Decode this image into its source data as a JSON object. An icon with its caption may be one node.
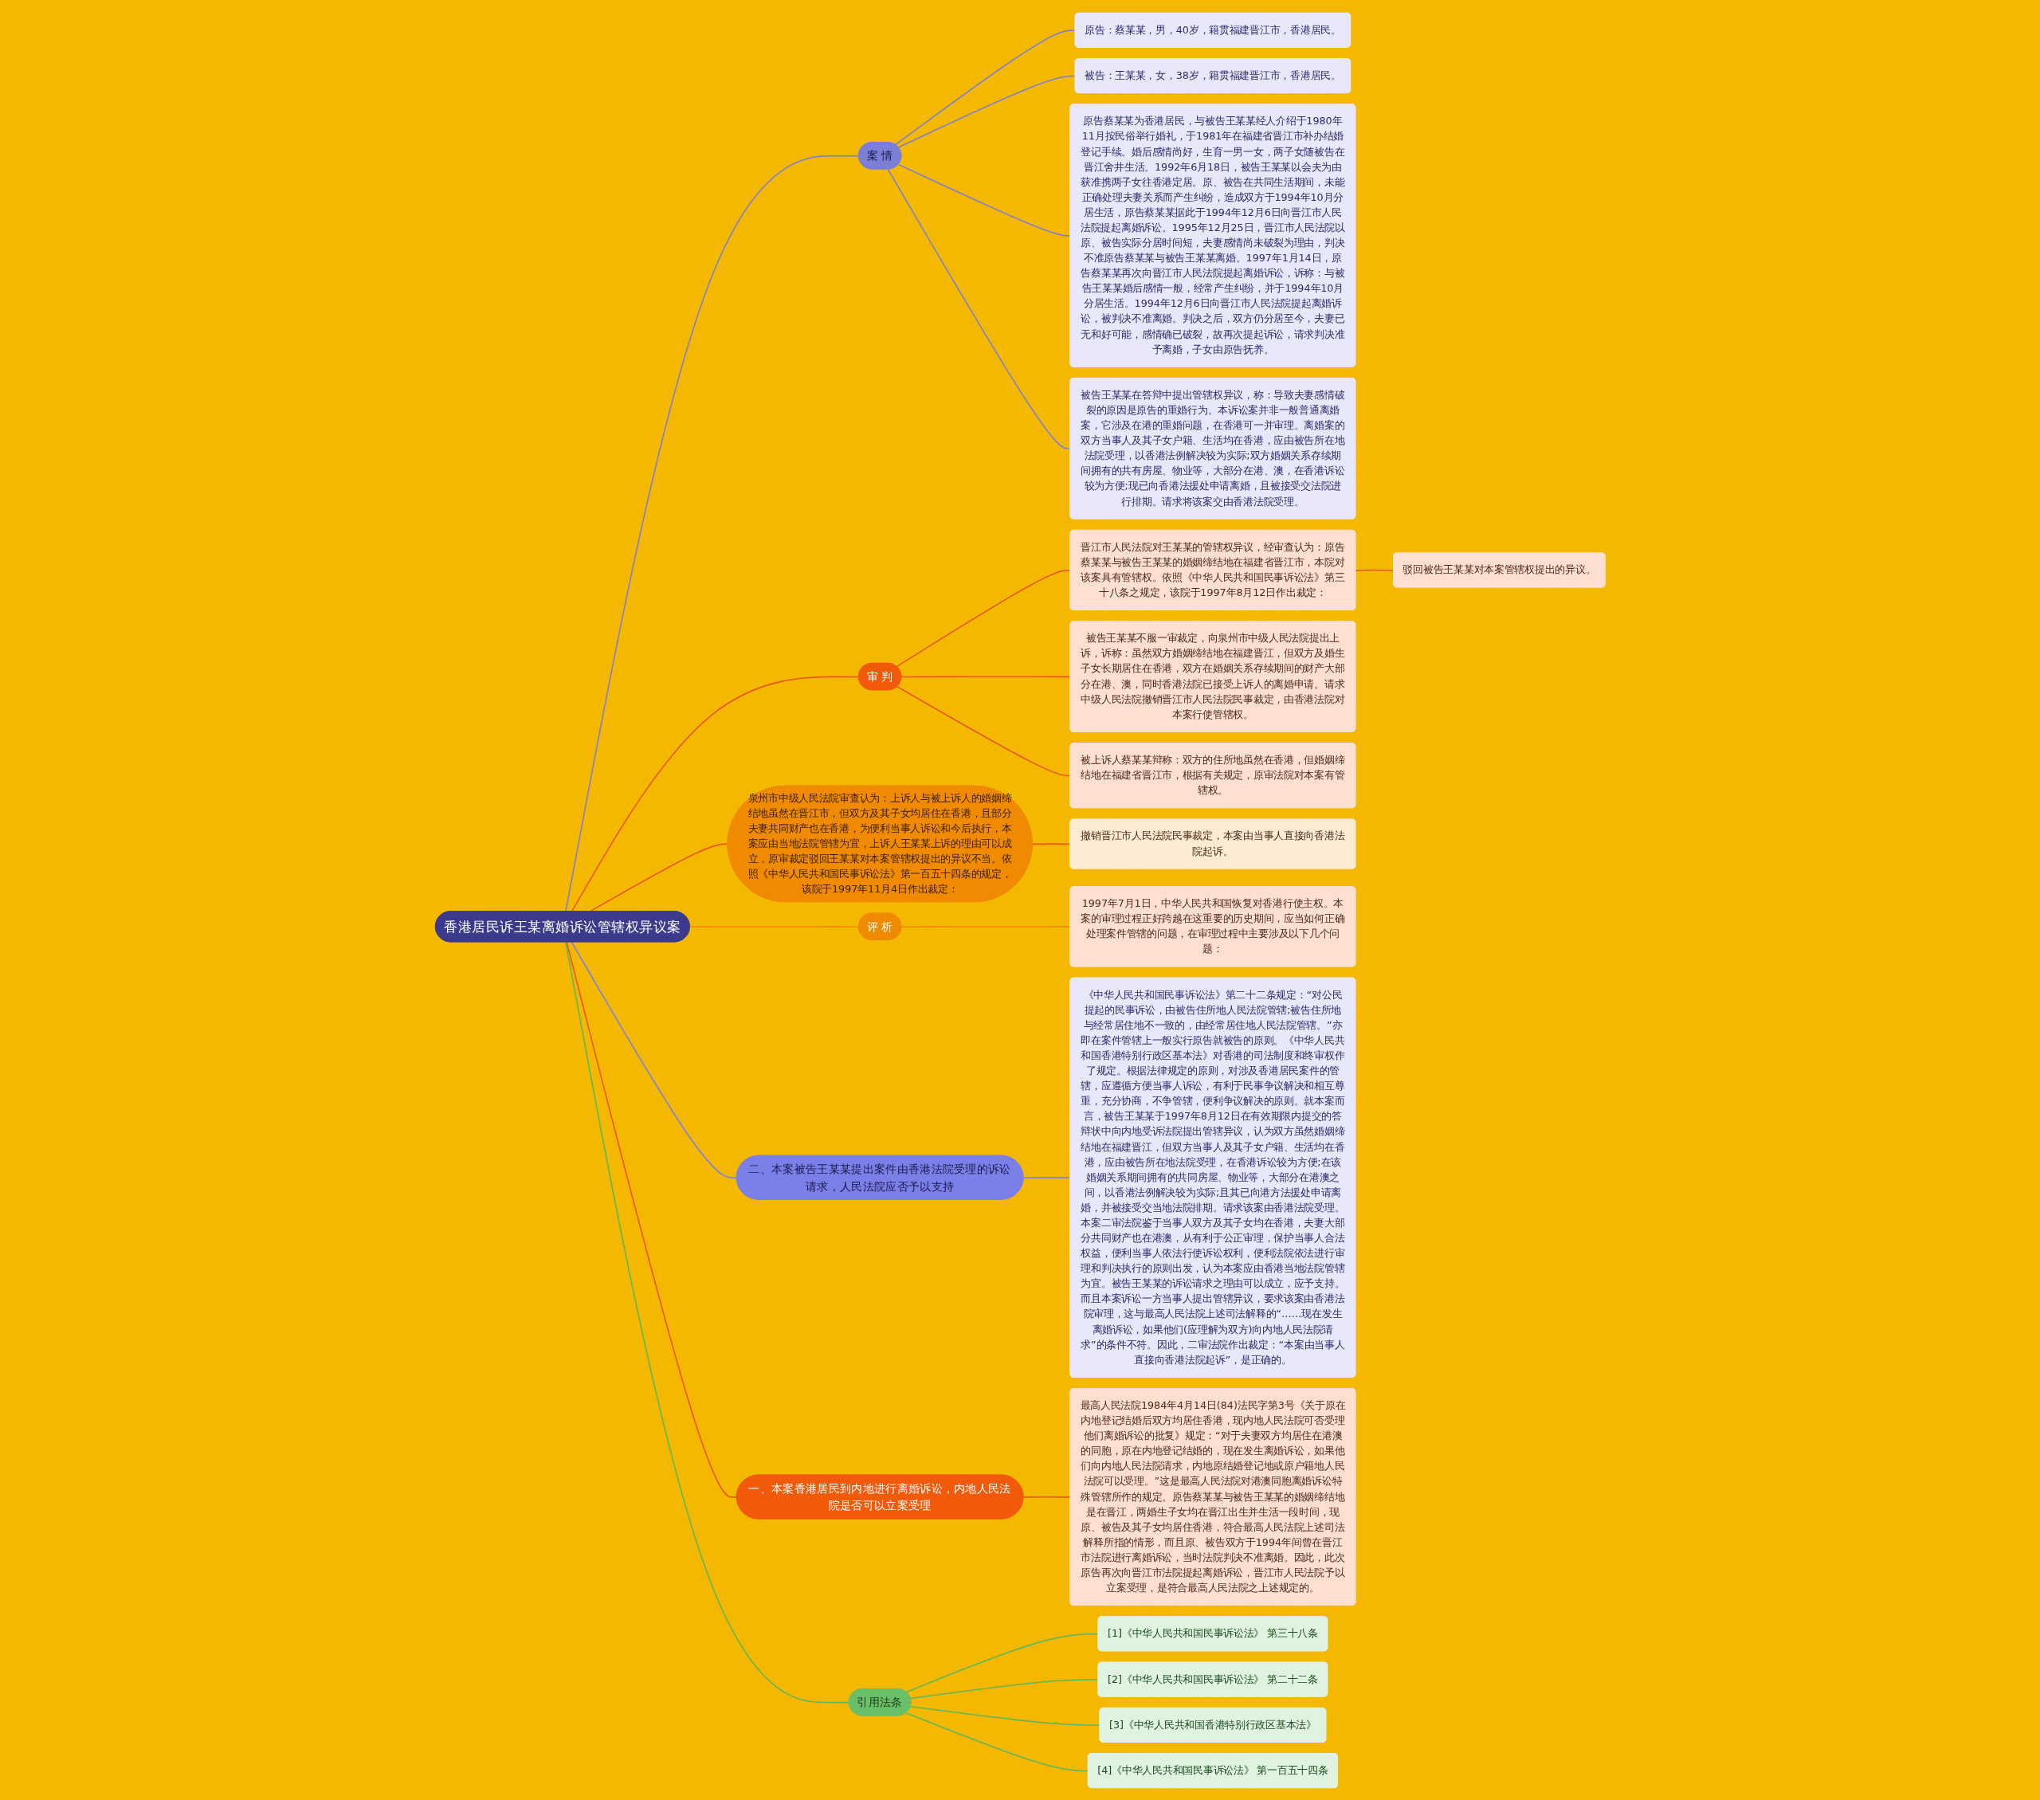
{
  "diagram": {
    "nodes": [
      {
        "text": [
          "香港居民诉王某离婚诉讼管辖权异议案"
        ]
      },
      {
        "text": [
          "案 情"
        ]
      },
      {
        "text": [
          "原告：蔡某某，男，40岁，籍贯福建晋江市，香港居民。"
        ]
      },
      {
        "text": [
          "被告：王某某，女，38岁，籍贯福建晋江市，香港居民。"
        ]
      },
      {
        "text": [
          "原告蔡某某为香港居民，与被告王某某经人介绍于1980年11月按民俗举行婚礼，于1981年在福建省晋江市补办结婚登记手续。婚后感情尚好，生育一男一女，两子女随被告在晋江舍井生活。1992年6月18日，被告王某某以会夫为由获准携两子女往香港定居。原、被告在共同生活期间，未能正确处理夫妻关系而产生纠纷，造成双方于1994年10月分居生活，原告蔡某某据此于1994年12月6日向晋江市人民法院提起离婚诉讼。1995年12月25日，晋江市人民法院以原、被告实际分居时间短，夫妻感情尚未破裂为理由，判决不准原告蔡某某与被告王某某离婚。1997年1月14日，原告蔡某某再次向晋江市人民法院提起离婚诉讼，诉称：与被告王某某婚后感情一般，经常产生纠纷，并于1994年10月分居生活。1994年12月6日向晋江市人民法院提起离婚诉讼，被判决不准离婚。判决之后，双方仍分居至今，夫妻已无和好可能，感情确已破裂，故再次提起诉讼，请求判决准予离婚，子女由原告抚养。"
        ]
      },
      {
        "text": [
          "被告王某某在答辩中提出管辖权异议，称：导致夫妻感情破裂的原因是原告的重婚行为。本诉讼案并非一般普通离婚案，它涉及在港的重婚问题，在香港可一并审理。离婚案的双方当事人及其子女户籍、生活均在香港，应由被告所在地法院受理，以香港法例解决较为实际;双方婚姻关系存续期间拥有的共有房屋、物业等，大部分在港、澳，在香港诉讼较为方便;现已向香港法援处申请离婚，且被接受交法院进行排期。请求将该案交由香港法院受理。"
        ]
      },
      {
        "text": [
          "审 判"
        ]
      },
      {
        "text": [
          "晋江市人民法院对王某某的管辖权异议，经审查认为：原告蔡某某与被告王某某的婚姻缔结地在福建省晋江市，本院对该案具有管辖权。依照《中华人民共和国民事诉讼法》第三十八条之规定，该院于1997年8月12日作出裁定："
        ]
      },
      {
        "text": [
          "驳回被告王某某对本案管辖权提出的异议。"
        ]
      },
      {
        "text": [
          "被告王某某不服一审裁定，向泉州市中级人民法院提出上诉，诉称：虽然双方婚姻缔结地在福建晋江，但双方及婚生子女长期居住在香港，双方在婚姻关系存续期间的财产大部分在港、澳，同时香港法院已接受上诉人的离婚申请。请求中级人民法院撤销晋江市人民法院民事裁定，由香港法院对本案行使管辖权。"
        ]
      },
      {
        "text": [
          "被上诉人蔡某某辩称：双方的住所地虽然在香港，但婚姻缔结地在福建省晋江市，根据有关规定，原审法院对本案有管辖权。"
        ]
      },
      {
        "text": [
          "泉州市中级人民法院审查认为：上诉人与被上诉人的婚姻缔结地虽然在晋江市，但双方及其子女均居住在香港，且部分夫妻共同财产也在香港，为便利当事人诉讼和今后执行，本案应由当地法院管辖为宜，上诉人王某某上诉的理由可以成立，原审裁定驳回王某某对本案管辖权提出的异议不当。依照《中华人民共和国民事诉讼法》第一百五十四条的规定，该院于1997年11月4日作出裁定："
        ]
      },
      {
        "text": [
          "撤销晋江市人民法院民事裁定，本案由当事人直接向香港法院起诉。"
        ]
      },
      {
        "text": [
          "评 析"
        ]
      },
      {
        "text": [
          "1997年7月1日，中华人民共和国恢复对香港行使主权。本案的审理过程正好跨越在这重要的历史期间，应当如何正确处理案件管辖的问题，在审理过程中主要涉及以下几个问题："
        ]
      },
      {
        "text": [
          "二、本案被告王某某提出案件由香港法院受理的诉讼请求，人民法院应否予以支持"
        ]
      },
      {
        "text": [
          "《中华人民共和国民事诉讼法》第二十二条规定：“对公民提起的民事诉讼，由被告住所地人民法院管辖;被告住所地与经常居住地不一致的，由经常居住地人民法院管辖。”亦即在案件管辖上一般实行原告就被告的原则。《中华人民共和国香港特别行政区基本法》对香港的司法制度和终审权作了规定。根据法律规定的原则，对涉及香港居民案件的管辖，应遵循方便当事人诉讼，有利于民事争议解决和相互尊重，充分协商，不争管辖，便利争议解决的原则。就本案而言，被告王某某于1997年8月12日在有效期限内提交的答辩状中向内地受诉法院提出管辖异议，认为双方虽然婚姻缔结地在福建晋江，但双方当事人及其子女户籍、生活均在香港，应由被告所在地法院受理，在香港诉讼较为方便;在该婚姻关系期间拥有的共同房屋、物业等，大部分在港澳之间，以香港法例解决较为实际;且其已向港方法援处申请离婚，并被接受交当地法院排期。请求该案由香港法院受理。本案二审法院鉴于当事人双方及其子女均在香港，夫妻大部分共同财产也在港澳，从有利于公正审理，保护当事人合法权益，便利当事人依法行使诉讼权利，便利法院依法进行审理和判决执行的原则出发，认为本案应由香港当地法院管辖为宜。被告王某某的诉讼请求之理由可以成立，应予支持。而且本案诉讼一方当事人提出管辖异议，要求该案由香港法院审理，这与最高人民法院上述司法解释的“……现在发生离婚诉讼，如果他们(应理解为双方)向内地人民法院请求”的条件不符。因此，二审法院作出裁定：“本案由当事人直接向香港法院起诉”，是正确的。"
        ]
      },
      {
        "text": [
          "一、本案香港居民到内地进行离婚诉讼，内地人民法院是否可以立案受理"
        ]
      },
      {
        "text": [
          "最高人民法院1984年4月14日(84)法民字第3号《关于原在内地登记结婚后双方均居住香港，现内地人民法院可否受理他们离婚诉讼的批复》规定：“对于夫妻双方均居住在港澳的同胞，原在内地登记结婚的，现在发生离婚诉讼，如果他们向内地人民法院请求，内地原结婚登记地或原户籍地人民法院可以受理。”这是最高人民法院对港澳同胞离婚诉讼特殊管辖所作的规定。原告蔡某某与被告王某某的婚姻缔结地是在晋江，两婚生子女均在晋江出生并生活一段时间，现原、被告及其子女均居住香港，符合最高人民法院上述司法解释所指的情形，而且原、被告双方于1994年间曾在晋江市法院进行离婚诉讼，当时法院判决不准离婚。因此，此次原告再次向晋江市法院提起离婚诉讼，晋江市人民法院予以立案受理，是符合最高人民法院之上述规定的。"
        ]
      },
      {
        "text": [
          "引用法条"
        ]
      },
      {
        "text": [
          "[1]《中华人民共和国民事诉讼法》 第三十八条"
        ]
      },
      {
        "text": [
          "[2]《中华人民共和国民事诉讼法》 第二十二条"
        ]
      },
      {
        "text": [
          "[3]《中华人民共和国香港特别行政区基本法》"
        ]
      },
      {
        "text": [
          "[4]《中华人民共和国民事诉讼法》 第一百五十四条"
        ]
      }
    ],
    "edges": [
      {
        "from": 0,
        "to": 1,
        "arrow": "none",
        "color": "#7b7fd6"
      },
      {
        "from": 1,
        "to": 2,
        "arrow": "none",
        "color": "#7b7fd6"
      },
      {
        "from": 1,
        "to": 3,
        "arrow": "none",
        "color": "#7b7fd6"
      },
      {
        "from": 1,
        "to": 4,
        "arrow": "none",
        "color": "#7b7fd6"
      },
      {
        "from": 1,
        "to": 5,
        "arrow": "none",
        "color": "#7b7fd6"
      },
      {
        "from": 0,
        "to": 6,
        "arrow": "none",
        "color": "#e8561a"
      },
      {
        "from": 6,
        "to": 7,
        "arrow": "none",
        "color": "#e8561a"
      },
      {
        "from": 7,
        "to": 8,
        "arrow": "none",
        "color": "#e8561a"
      },
      {
        "from": 6,
        "to": 9,
        "arrow": "none",
        "color": "#e8561a"
      },
      {
        "from": 6,
        "to": 10,
        "arrow": "none",
        "color": "#e8561a"
      },
      {
        "from": 0,
        "to": 11,
        "arrow": "none",
        "color": "#e8561a"
      },
      {
        "from": 11,
        "to": 12,
        "arrow": "none",
        "color": "#e8561a"
      },
      {
        "from": 0,
        "to": 13,
        "arrow": "none",
        "color": "#f08a00"
      },
      {
        "from": 13,
        "to": 14,
        "arrow": "none",
        "color": "#f08a00"
      },
      {
        "from": 0,
        "to": 15,
        "arrow": "none",
        "color": "#7b7fe8"
      },
      {
        "from": 15,
        "to": 16,
        "arrow": "none",
        "color": "#7b7fe8"
      },
      {
        "from": 0,
        "to": 17,
        "arrow": "none",
        "color": "#e8561a"
      },
      {
        "from": 17,
        "to": 18,
        "arrow": "none",
        "color": "#e8561a"
      },
      {
        "from": 0,
        "to": 19,
        "arrow": "none",
        "color": "#5cb85c"
      },
      {
        "from": 19,
        "to": 20,
        "arrow": "none",
        "color": "#5cb85c"
      },
      {
        "from": 19,
        "to": 21,
        "arrow": "none",
        "color": "#5cb85c"
      },
      {
        "from": 19,
        "to": 22,
        "arrow": "none",
        "color": "#5cb85c"
      },
      {
        "from": 19,
        "to": 23,
        "arrow": "none",
        "color": "#5cb85c"
      }
    ]
  }
}
